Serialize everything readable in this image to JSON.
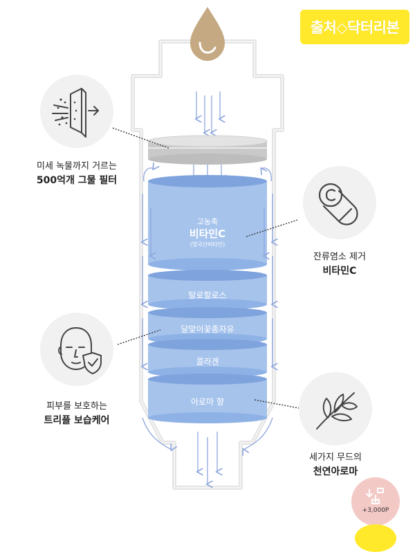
{
  "badge": {
    "text": "출처◇닥터리본"
  },
  "filter_layers": {
    "vitamin_top": "고농축",
    "vitamin_main": "비타민C",
    "vitamin_sub": "(영국산비타민)",
    "layer2": "탈로할로스",
    "layer3": "달맞이꽃종자유",
    "layer4": "콜라겐",
    "layer5": "아로마 향"
  },
  "features": [
    {
      "line1": "미세 녹물까지 거르는",
      "line2": "500억개 그물 필터",
      "icon": "fine-filter-icon"
    },
    {
      "line1": "잔류염소 제거",
      "line2": "비타민C",
      "icon": "vitamin-capsule-icon"
    },
    {
      "line1": "피부를 보호하는",
      "line2": "트리플 보습케어",
      "icon": "face-shield-icon"
    },
    {
      "line1": "세가지 무드의",
      "line2": "천연아로마",
      "icon": "leaf-branch-icon"
    }
  ],
  "points_widget": {
    "label": "+3,000P",
    "icon": "points-download-icon"
  },
  "colors": {
    "accent_yellow": "#ffe92a",
    "layer_blue": "#a6c3ec",
    "layer_blue_dark": "#7fa3dd",
    "arrow_blue": "#8ea6dd",
    "drop_brown": "#c4a983"
  }
}
